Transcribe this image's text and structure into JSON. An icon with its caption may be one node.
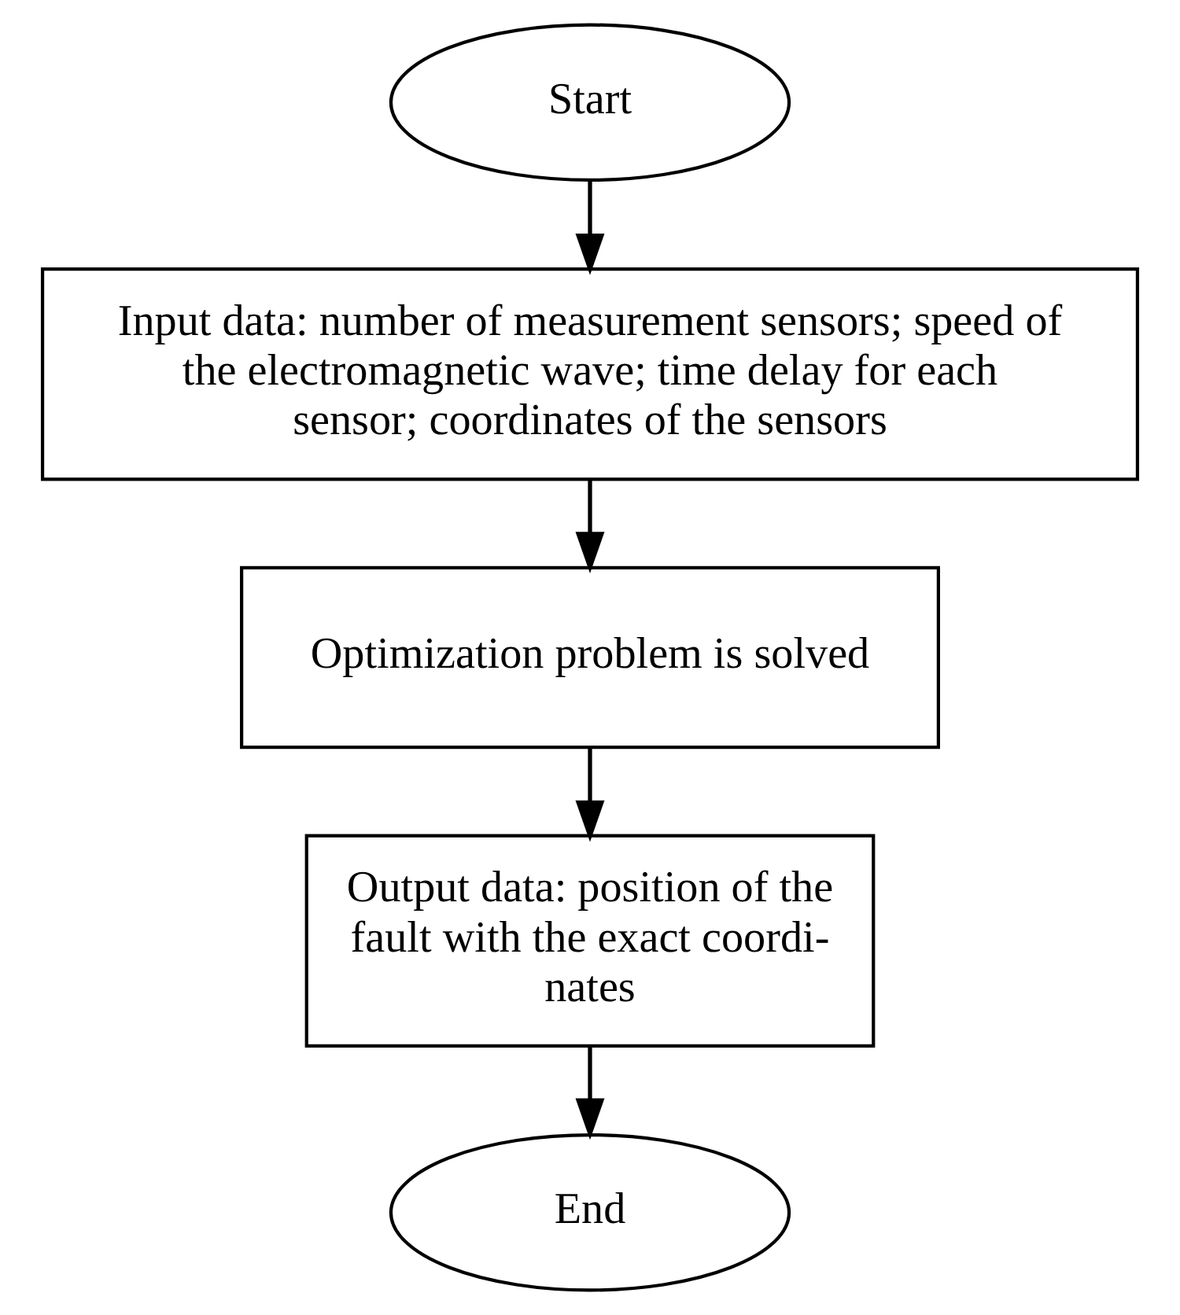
{
  "diagram": {
    "nodes": [
      {
        "text": [
          "Start"
        ]
      },
      {
        "text": [
          "Input data: number of measurement sensors; speed of the electromagnetic wave; time delay for each sensor; coordinates of the sensors"
        ]
      },
      {
        "text": [
          "Optimization problem is solved"
        ]
      },
      {
        "text": [
          "Output data: position of the fault with the exact coordi- nates"
        ]
      },
      {
        "text": [
          "End"
        ]
      }
    ],
    "edges": [
      {
        "from": 0,
        "to": 1,
        "arrow": "to"
      },
      {
        "from": 1,
        "to": 2,
        "arrow": "to"
      },
      {
        "from": 2,
        "to": 3,
        "arrow": "to"
      },
      {
        "from": 3,
        "to": 4,
        "arrow": "to"
      }
    ]
  }
}
